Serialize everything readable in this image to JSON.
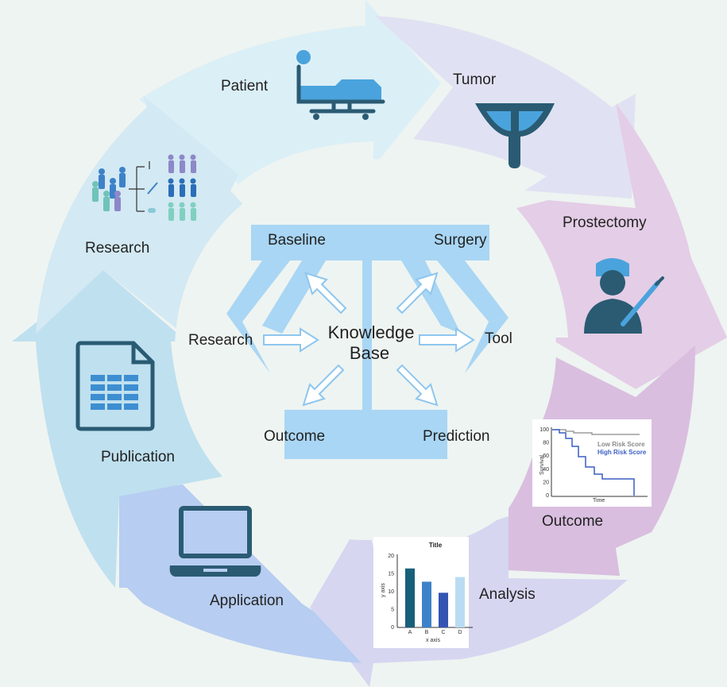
{
  "cycle": {
    "patient": "Patient",
    "tumor": "Tumor",
    "prostectomy": "Prostectomy",
    "outcome": "Outcome",
    "analysis": "Analysis",
    "application": "Application",
    "publication": "Publication",
    "research": "Research"
  },
  "knowledge": {
    "title_line1": "Knowledge",
    "title_line2": "Base",
    "baseline": "Baseline",
    "surgery": "Surgery",
    "research": "Research",
    "tool": "Tool",
    "outcome": "Outcome",
    "prediction": "Prediction"
  },
  "survival_chart": {
    "ylabel": "Survival",
    "xlabel": "Time",
    "yticks": [
      "100",
      "80",
      "60",
      "40",
      "20",
      "0"
    ],
    "legend_low": "Low Risk Score",
    "legend_high": "High Risk Score",
    "color_low": "#8a8a8a",
    "color_high": "#3b5fc4"
  },
  "bar_chart": {
    "title": "Title",
    "xlabel": "x axis",
    "ylabel": "y axis",
    "yticks": [
      "20",
      "15",
      "10",
      "5",
      "0"
    ],
    "categories": [
      "A",
      "B",
      "C",
      "D"
    ],
    "values": [
      16.5,
      12.8,
      9.7,
      14.1
    ],
    "colors": [
      "#17607a",
      "#3d82c9",
      "#3454b4",
      "#b9dcf2"
    ]
  }
}
